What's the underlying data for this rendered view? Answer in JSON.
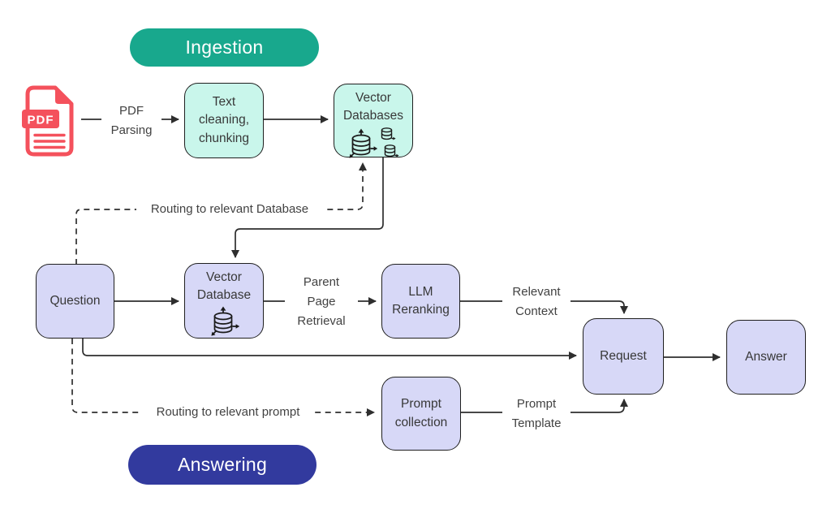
{
  "sections": {
    "ingestion": "Ingestion",
    "answering": "Answering"
  },
  "nodes": {
    "pdf_badge": "PDF",
    "text_cleaning": "Text\ncleaning,\nchunking",
    "vector_databases": "Vector\nDatabases",
    "question": "Question",
    "vector_database": "Vector\nDatabase",
    "llm_reranking": "LLM\nReranking",
    "request": "Request",
    "answer": "Answer",
    "prompt_collection": "Prompt\ncollection"
  },
  "edges": {
    "pdf_parsing": "PDF\nParsing",
    "routing_database": "Routing to relevant Database",
    "parent_page_retrieval": "Parent\nPage\nRetrieval",
    "relevant_context": "Relevant\nContext",
    "prompt_template": "Prompt\nTemplate",
    "routing_prompt": "Routing to relevant prompt"
  },
  "icons": {
    "pdf_file": "pdf-file-icon",
    "database_sync": "database-sync-icon",
    "database_small": "database-small-icon"
  },
  "colors": {
    "ingestion_pill": "#18A88D",
    "answering_pill": "#323A9E",
    "mint_node_fill": "#C9F6EB",
    "lavender_node_fill": "#D7D8F7",
    "node_border": "#1F1F1F",
    "connector_line": "#2E2E2E",
    "pdf_icon_red": "#F4515C",
    "label_text": "#424242"
  }
}
